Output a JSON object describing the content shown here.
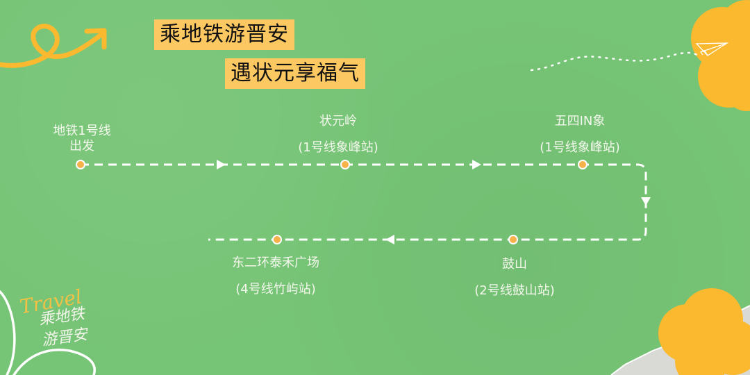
{
  "title": {
    "line1": "乘地铁游晋安",
    "line2": "遇状元享福气"
  },
  "route": {
    "start": {
      "name_line1": "地铁1号线",
      "name_line2": "出发"
    },
    "stops": [
      {
        "name": "状元岭",
        "station": "(1号线象峰站)"
      },
      {
        "name": "五四IN象",
        "station": "(1号线象峰站)"
      },
      {
        "name": "鼓山",
        "station": "(2号线鼓山站)"
      },
      {
        "name": "东二环泰禾广场",
        "station": "(4号线竹屿站)"
      }
    ]
  },
  "badge": {
    "script": "Travel",
    "line1": "乘地铁",
    "line2": "游晋安"
  },
  "colors": {
    "background": "#76c476",
    "accent_yellow": "#fcc862",
    "blob_orange": "#fbb92f",
    "dot": "#f6b14b",
    "line": "#ffffff"
  }
}
